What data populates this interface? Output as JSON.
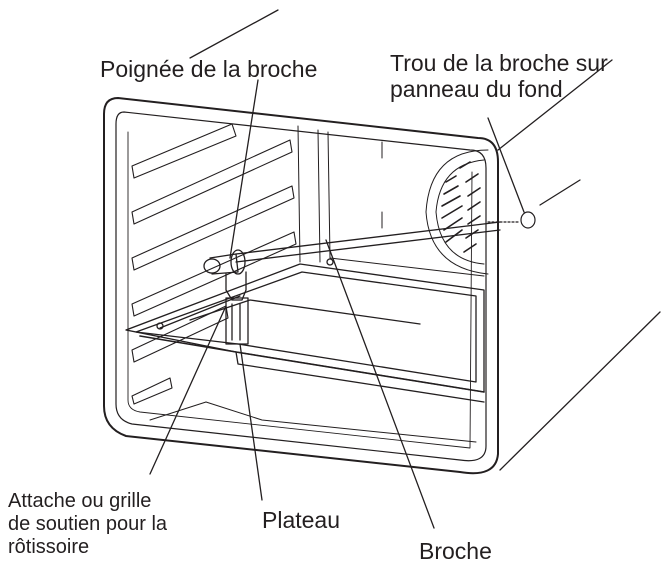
{
  "labels": {
    "handle": "Poignée de la broche",
    "hole_line1": "Trou de la broche sur",
    "hole_line2": "panneau du fond",
    "attach_line1": "Attache ou grille",
    "attach_line2": "de soutien pour la",
    "attach_line3": "rôtissoire",
    "tray": "Plateau",
    "spit": "Broche"
  },
  "colors": {
    "line": "#231f20",
    "background": "#ffffff"
  }
}
